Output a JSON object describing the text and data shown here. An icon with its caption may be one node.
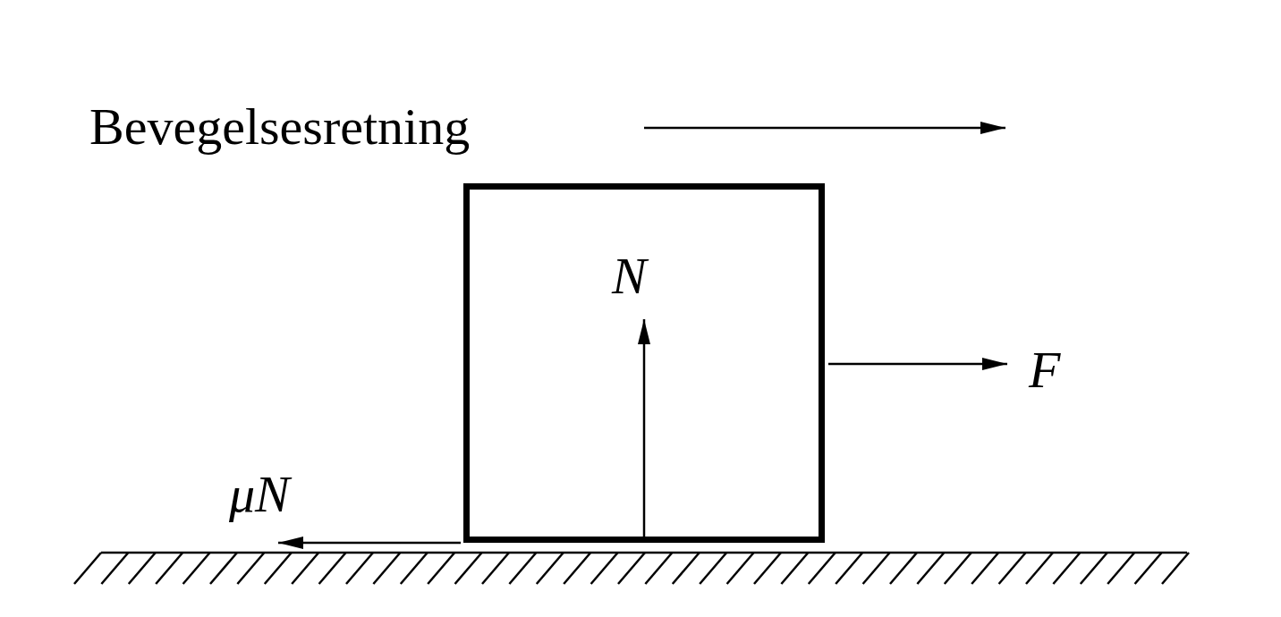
{
  "diagram": {
    "nodes": [
      {
        "text": [],
        "shape": "box"
      }
    ],
    "labels": [
      "Bevegelsesretning",
      "N",
      "F",
      "μN"
    ]
  }
}
